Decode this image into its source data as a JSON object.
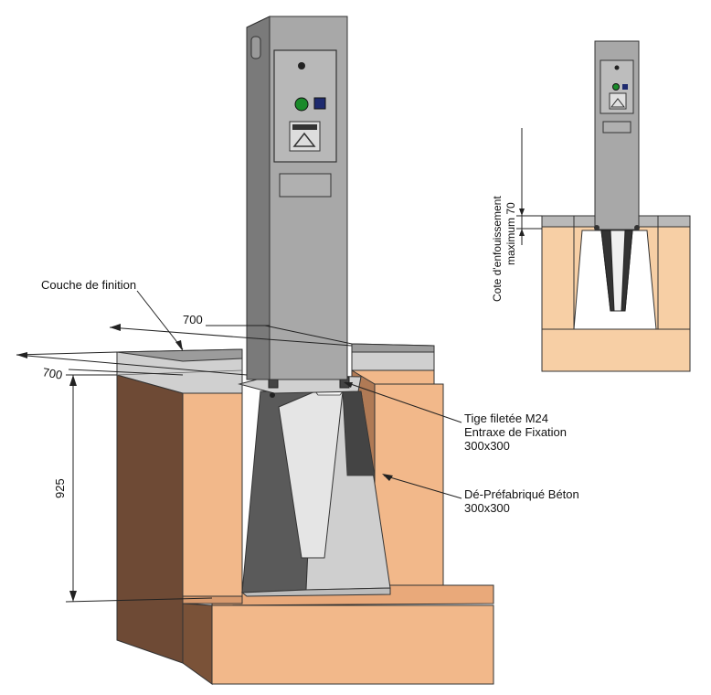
{
  "labels": {
    "couche": "Couche de finition",
    "tige_line1": "Tige filetée M24",
    "tige_line2": "Entraxe de Fixation",
    "tige_line3": "300x300",
    "de_line1": "Dé-Préfabriqué Béton",
    "de_line2": "300x300",
    "cote_line1": "Cote d'enfouissement",
    "cote_line2": "maximum  70"
  },
  "dimensions": {
    "width_top": "700",
    "width_left": "700",
    "depth": "925"
  },
  "colors": {
    "soil_light": "#f2b88a",
    "soil_dark": "#6e4a35",
    "soil_mid": "#b07a55",
    "concrete_light": "#cfcfcf",
    "concrete_dark": "#5a5a5a",
    "post_face": "#a8a8a8",
    "post_side": "#8a8a8a",
    "finish_layer": "#b9b9b9",
    "button_green": "#1a8a2a",
    "panel_blue": "#1e2a6e"
  }
}
